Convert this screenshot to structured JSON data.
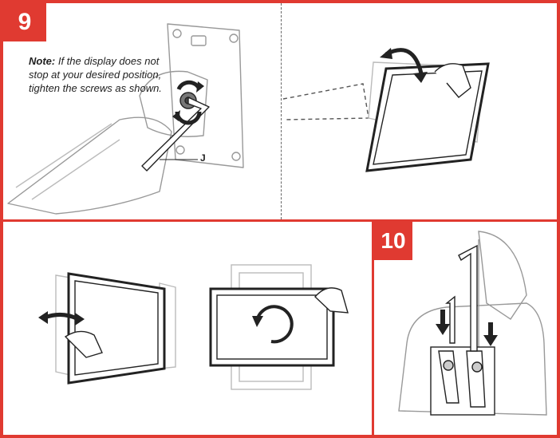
{
  "steps": {
    "step9": "9",
    "step10": "10"
  },
  "note": {
    "label": "Note:",
    "text": " If the display does not stop at your desired position, tighten the screws as shown."
  },
  "callout": {
    "label": "J"
  },
  "colors": {
    "accent": "#e03a31",
    "line": "#222222",
    "faint": "#bbbbbb"
  },
  "icons": [
    "hex-key-icon",
    "rotate-arrow-icon",
    "tilt-arrow-icon",
    "swivel-arrow-icon",
    "down-arrow-icon",
    "hand-icon"
  ]
}
